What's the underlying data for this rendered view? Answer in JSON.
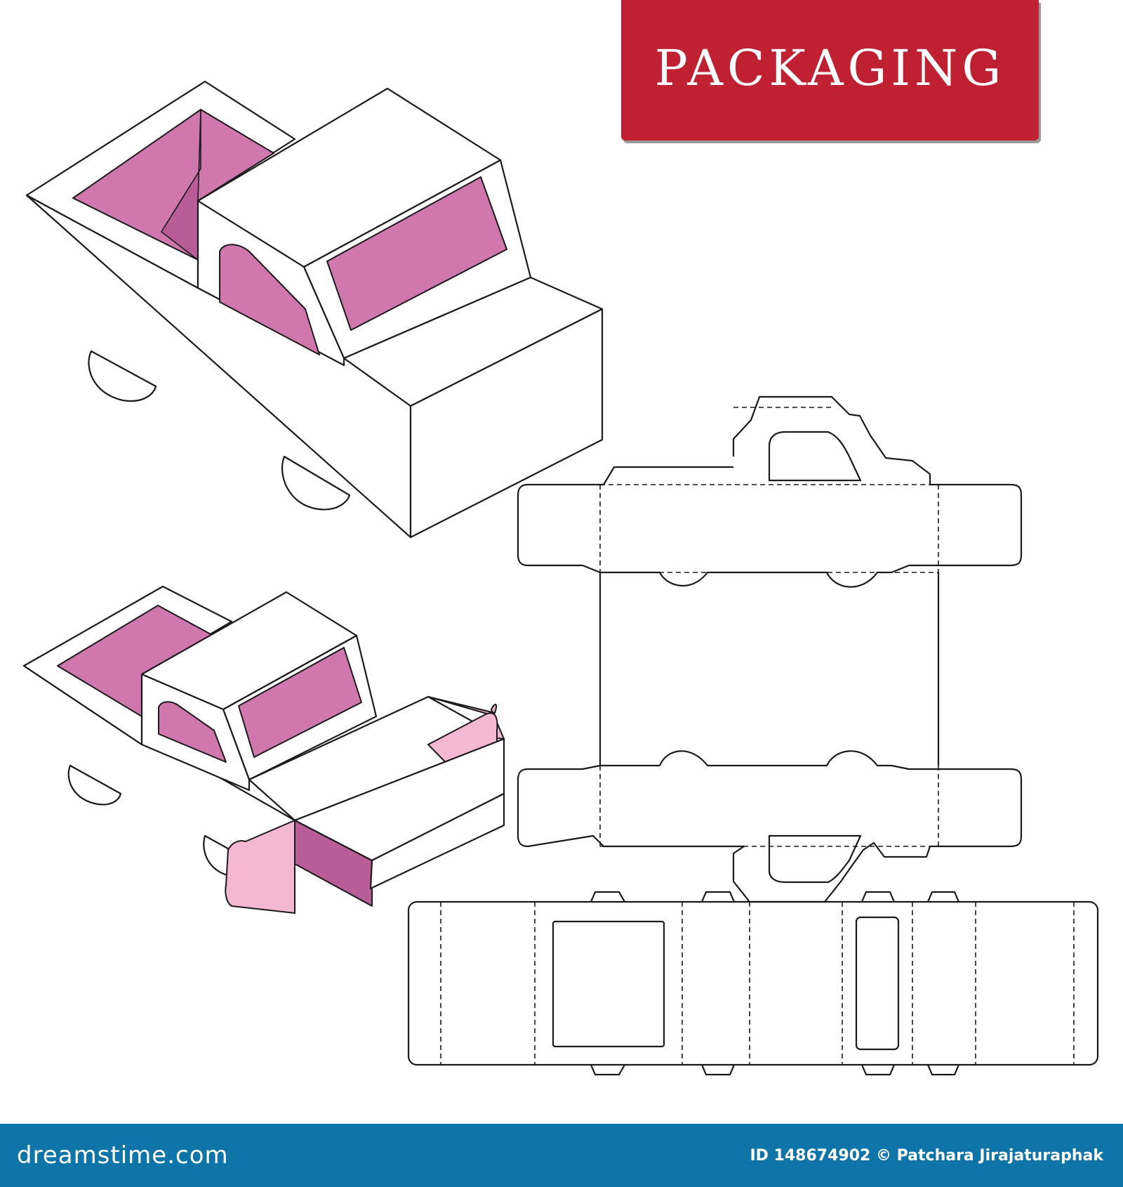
{
  "header": {
    "title": "PACKAGING"
  },
  "footer": {
    "brand": "dreamstime.com",
    "credit": "ID 148674902 © Patchara Jirajaturaphak"
  },
  "colors": {
    "title_background": "#bf2133",
    "footer_background": "#0f74a8",
    "inner_box": "#d078ae",
    "flap_light": "#f4b8d2",
    "outline": "#1a1a1a"
  },
  "figures": [
    "assembled-truck-box",
    "partially-open-truck-box",
    "flat-dieline-template"
  ]
}
